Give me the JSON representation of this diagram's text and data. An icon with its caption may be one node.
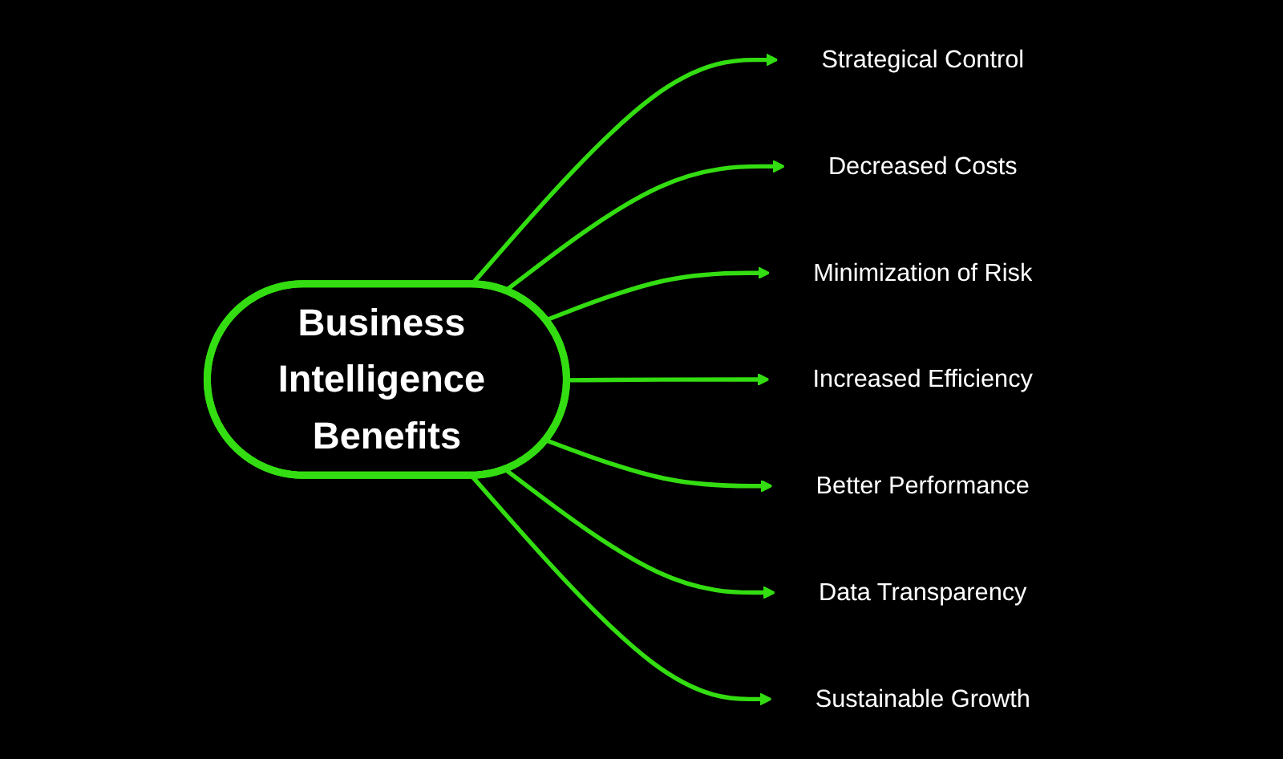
{
  "diagram": {
    "nodes": [
      {
        "text": [
          "Business Intelligence Benefits"
        ]
      },
      {
        "text": [
          "Strategical Control"
        ]
      },
      {
        "text": [
          "Decreased Costs"
        ]
      },
      {
        "text": [
          "Minimization of Risk"
        ]
      },
      {
        "text": [
          "Increased Efficiency"
        ]
      },
      {
        "text": [
          "Better Performance"
        ]
      },
      {
        "text": [
          "Data Transparency"
        ]
      },
      {
        "text": [
          "Sustainable Growth"
        ]
      }
    ],
    "edges": [
      {
        "from": 0,
        "to": 1,
        "arrow": "to"
      },
      {
        "from": 0,
        "to": 2,
        "arrow": "to"
      },
      {
        "from": 0,
        "to": 3,
        "arrow": "to"
      },
      {
        "from": 0,
        "to": 4,
        "arrow": "to"
      },
      {
        "from": 0,
        "to": 5,
        "arrow": "to"
      },
      {
        "from": 0,
        "to": 6,
        "arrow": "to"
      },
      {
        "from": 0,
        "to": 7,
        "arrow": "to"
      }
    ]
  }
}
